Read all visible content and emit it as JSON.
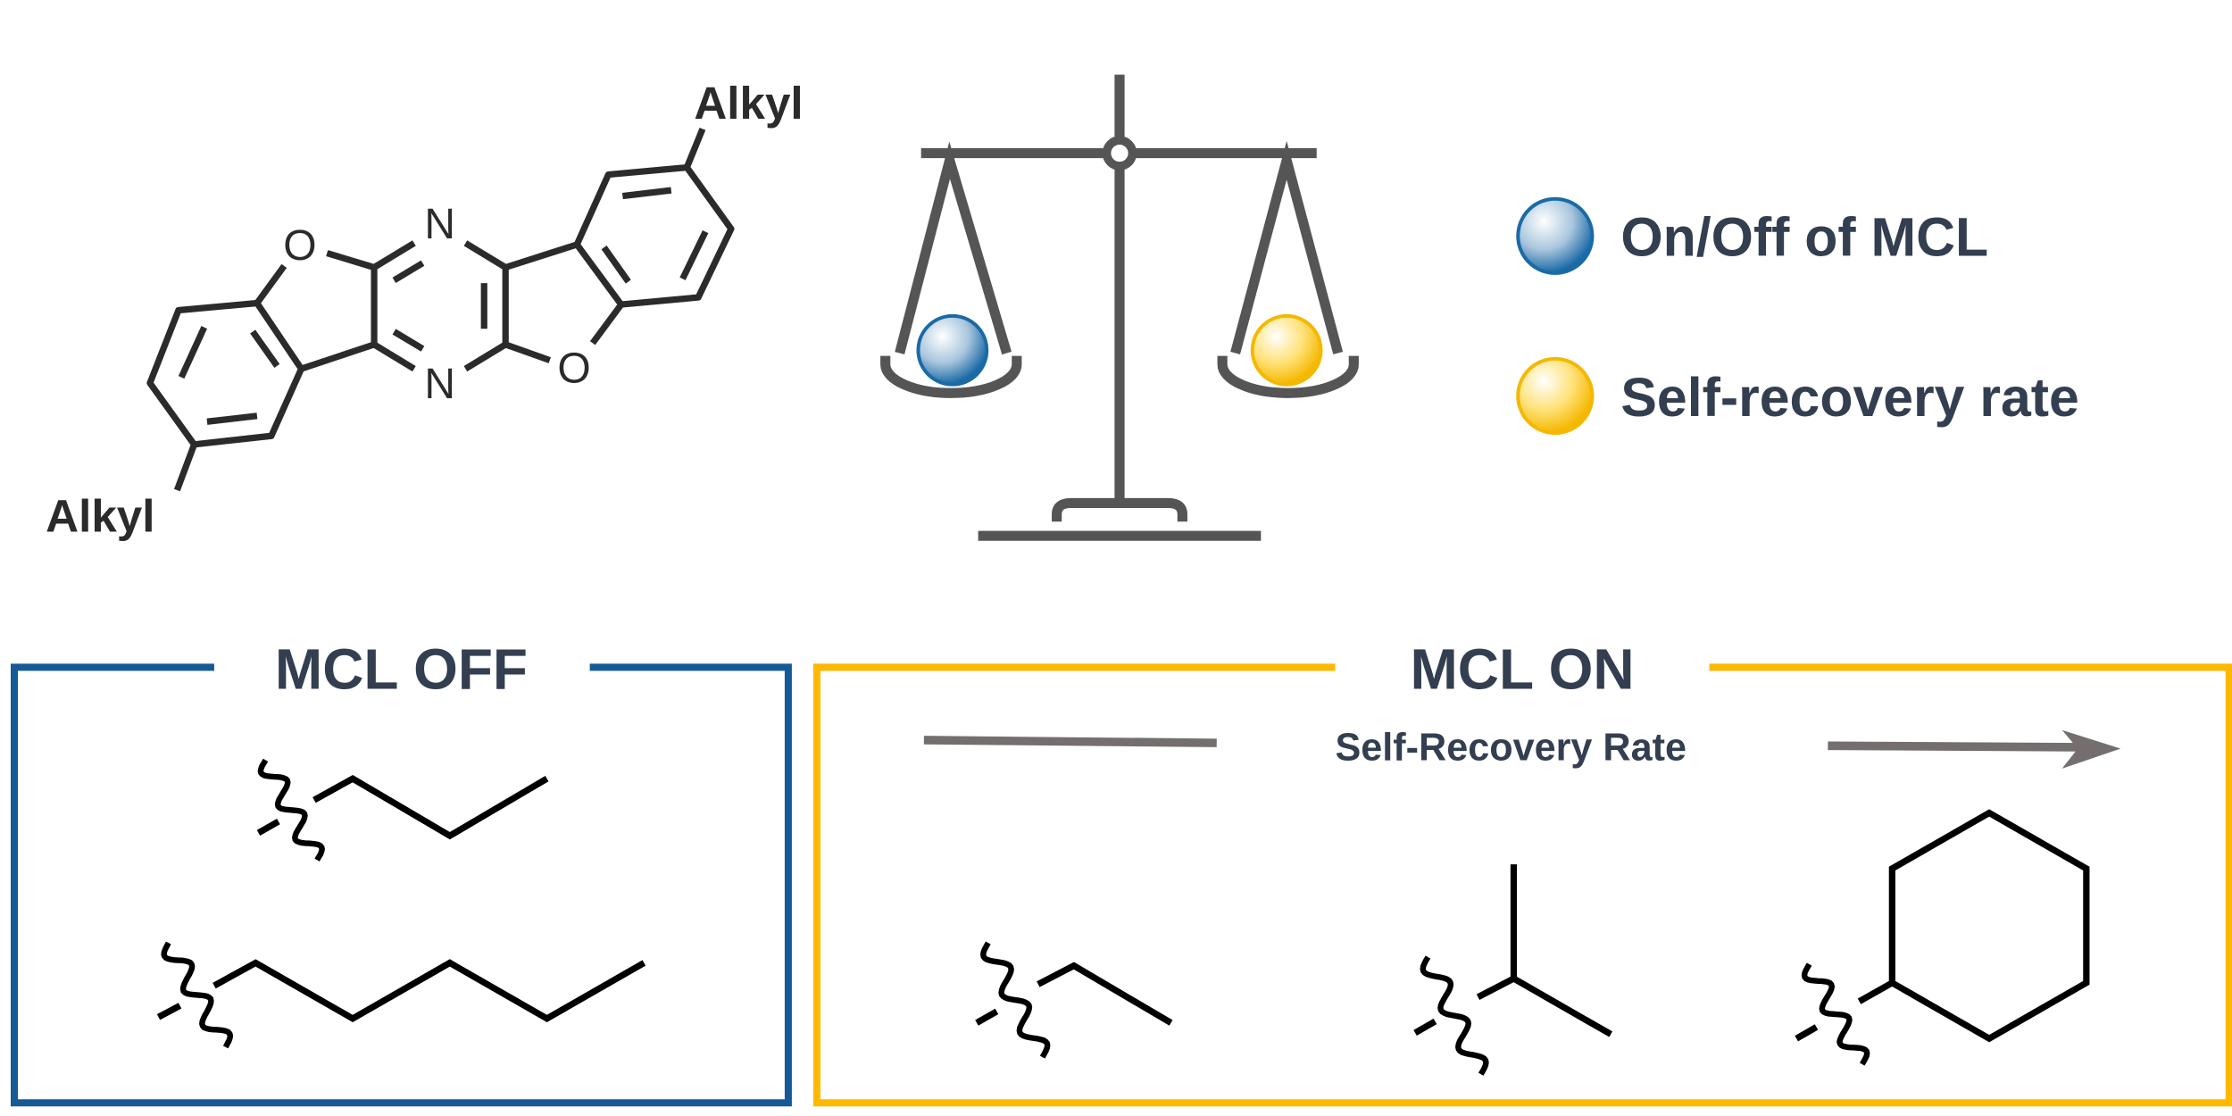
{
  "molecule": {
    "atoms": {
      "o_top": "O",
      "n_top": "N",
      "n_bottom": "N",
      "o_bottom": "O"
    },
    "substituent_top": "Alkyl",
    "substituent_bottom": "Alkyl"
  },
  "legend": {
    "items": [
      {
        "label": "On/Off of MCL",
        "color": "#1a6aa6"
      },
      {
        "label": "Self-recovery rate",
        "color": "#f5b800"
      }
    ]
  },
  "panels": {
    "off": {
      "title": "MCL OFF",
      "color": "#155a96"
    },
    "on": {
      "title": "MCL ON",
      "color": "#ffb800",
      "rate_label": "Self-Recovery Rate"
    }
  },
  "colors": {
    "text": "#333f50",
    "arrow": "#746e6e",
    "scale": "#555555"
  }
}
